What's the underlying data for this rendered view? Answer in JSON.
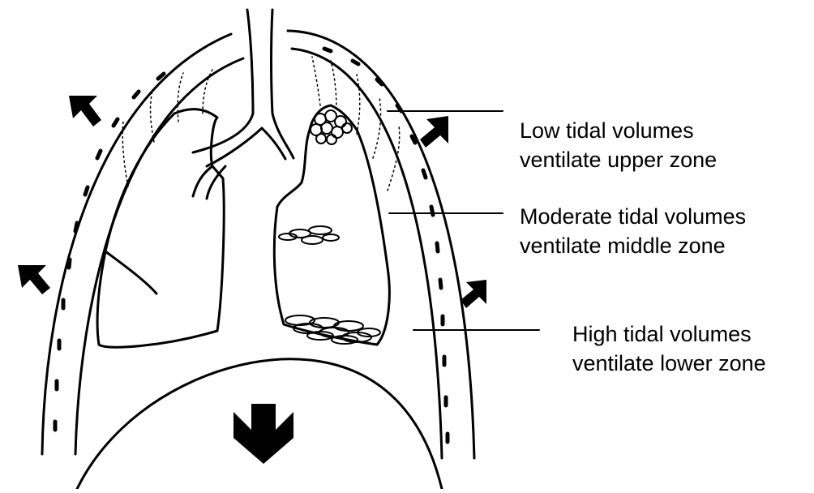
{
  "colors": {
    "ink": "#000000",
    "background": "#ffffff"
  },
  "icons": [
    "outward-arrow-icon",
    "downward-arrow-icon"
  ],
  "labels": {
    "upper": {
      "line1": "Low tidal volumes",
      "line2": "ventilate upper zone"
    },
    "middle": {
      "line1": "Moderate tidal volumes",
      "line2": "ventilate middle zone"
    },
    "lower": {
      "line1": "High tidal volumes",
      "line2": "ventilate lower zone"
    }
  }
}
